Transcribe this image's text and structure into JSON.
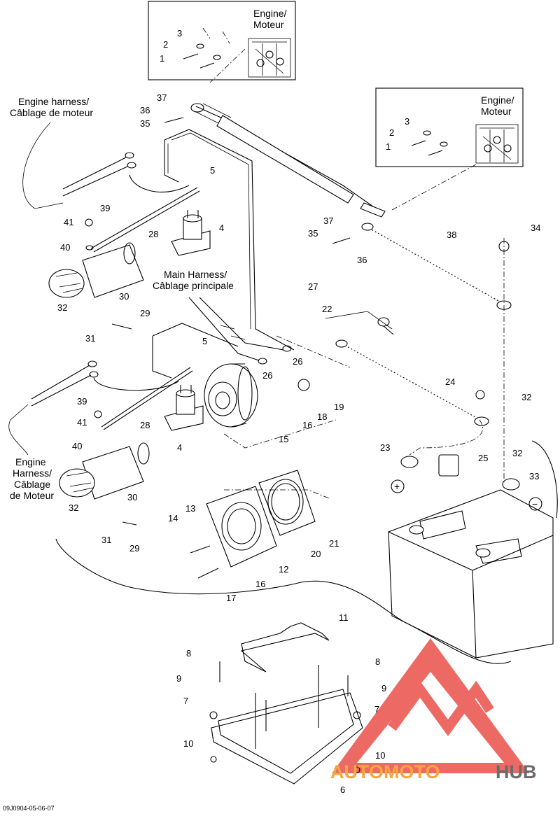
{
  "code": "09J0904-05-06-07",
  "watermark": {
    "text1": "AUTOMOTO",
    "text2": "HUB",
    "color1": "#f4a641",
    "color2": "#6b6b6b",
    "triangle_color": "#e9504a"
  },
  "titles": {
    "engine1": [
      "Engine/",
      "Moteur"
    ],
    "engine2": [
      "Engine/",
      "Moteur"
    ],
    "engine_harness": [
      "Engine harness/",
      "Câblage de moteur"
    ],
    "main_harness": [
      "Main Harness/",
      "Câblage principale"
    ],
    "engine_harness2": [
      "Engine",
      "Harness/",
      "Câblage",
      "de Moteur"
    ]
  },
  "callouts": [
    {
      "id": "c1a",
      "text": "1"
    },
    {
      "id": "c2a",
      "text": "2"
    },
    {
      "id": "c3a",
      "text": "3"
    },
    {
      "id": "c1b",
      "text": "1"
    },
    {
      "id": "c2b",
      "text": "2"
    },
    {
      "id": "c3b",
      "text": "3"
    },
    {
      "id": "c37a",
      "text": "37"
    },
    {
      "id": "c36a",
      "text": "36"
    },
    {
      "id": "c35a",
      "text": "35"
    },
    {
      "id": "c5a",
      "text": "5"
    },
    {
      "id": "c39a",
      "text": "39"
    },
    {
      "id": "c41a",
      "text": "41"
    },
    {
      "id": "c28a",
      "text": "28"
    },
    {
      "id": "c4a",
      "text": "4"
    },
    {
      "id": "c40a",
      "text": "40"
    },
    {
      "id": "c32a",
      "text": "32"
    },
    {
      "id": "c30a",
      "text": "30"
    },
    {
      "id": "c29a",
      "text": "29"
    },
    {
      "id": "c31a",
      "text": "31"
    },
    {
      "id": "c37b",
      "text": "37"
    },
    {
      "id": "c35b",
      "text": "35"
    },
    {
      "id": "c36b",
      "text": "36"
    },
    {
      "id": "c38",
      "text": "38"
    },
    {
      "id": "c34",
      "text": "34"
    },
    {
      "id": "c27",
      "text": "27"
    },
    {
      "id": "c22",
      "text": "22"
    },
    {
      "id": "c5b",
      "text": "5"
    },
    {
      "id": "c26a",
      "text": "26"
    },
    {
      "id": "c26b",
      "text": "26"
    },
    {
      "id": "c19",
      "text": "19"
    },
    {
      "id": "c18",
      "text": "18"
    },
    {
      "id": "c16a",
      "text": "16"
    },
    {
      "id": "c15",
      "text": "15"
    },
    {
      "id": "c24",
      "text": "24"
    },
    {
      "id": "c32b",
      "text": "32"
    },
    {
      "id": "c32c",
      "text": "32"
    },
    {
      "id": "c39b",
      "text": "39"
    },
    {
      "id": "c41b",
      "text": "41"
    },
    {
      "id": "c28b",
      "text": "28"
    },
    {
      "id": "c4b",
      "text": "4"
    },
    {
      "id": "c23",
      "text": "23"
    },
    {
      "id": "c25",
      "text": "25"
    },
    {
      "id": "c33",
      "text": "33"
    },
    {
      "id": "c40b",
      "text": "40"
    },
    {
      "id": "c32d",
      "text": "32"
    },
    {
      "id": "c30b",
      "text": "30"
    },
    {
      "id": "c31b",
      "text": "31"
    },
    {
      "id": "c29b",
      "text": "29"
    },
    {
      "id": "c13",
      "text": "13"
    },
    {
      "id": "c14",
      "text": "14"
    },
    {
      "id": "c12",
      "text": "12"
    },
    {
      "id": "c20",
      "text": "20"
    },
    {
      "id": "c21",
      "text": "21"
    },
    {
      "id": "c16b",
      "text": "16"
    },
    {
      "id": "c17",
      "text": "17"
    },
    {
      "id": "c11",
      "text": "11"
    },
    {
      "id": "c8a",
      "text": "8"
    },
    {
      "id": "c9a",
      "text": "9"
    },
    {
      "id": "c7a",
      "text": "7"
    },
    {
      "id": "c8b",
      "text": "8"
    },
    {
      "id": "c9b",
      "text": "9"
    },
    {
      "id": "c7b",
      "text": "7"
    },
    {
      "id": "c10a",
      "text": "10"
    },
    {
      "id": "c10b",
      "text": "10"
    },
    {
      "id": "c6",
      "text": "6"
    }
  ],
  "polarity": {
    "plus": "+",
    "minus": "−"
  }
}
